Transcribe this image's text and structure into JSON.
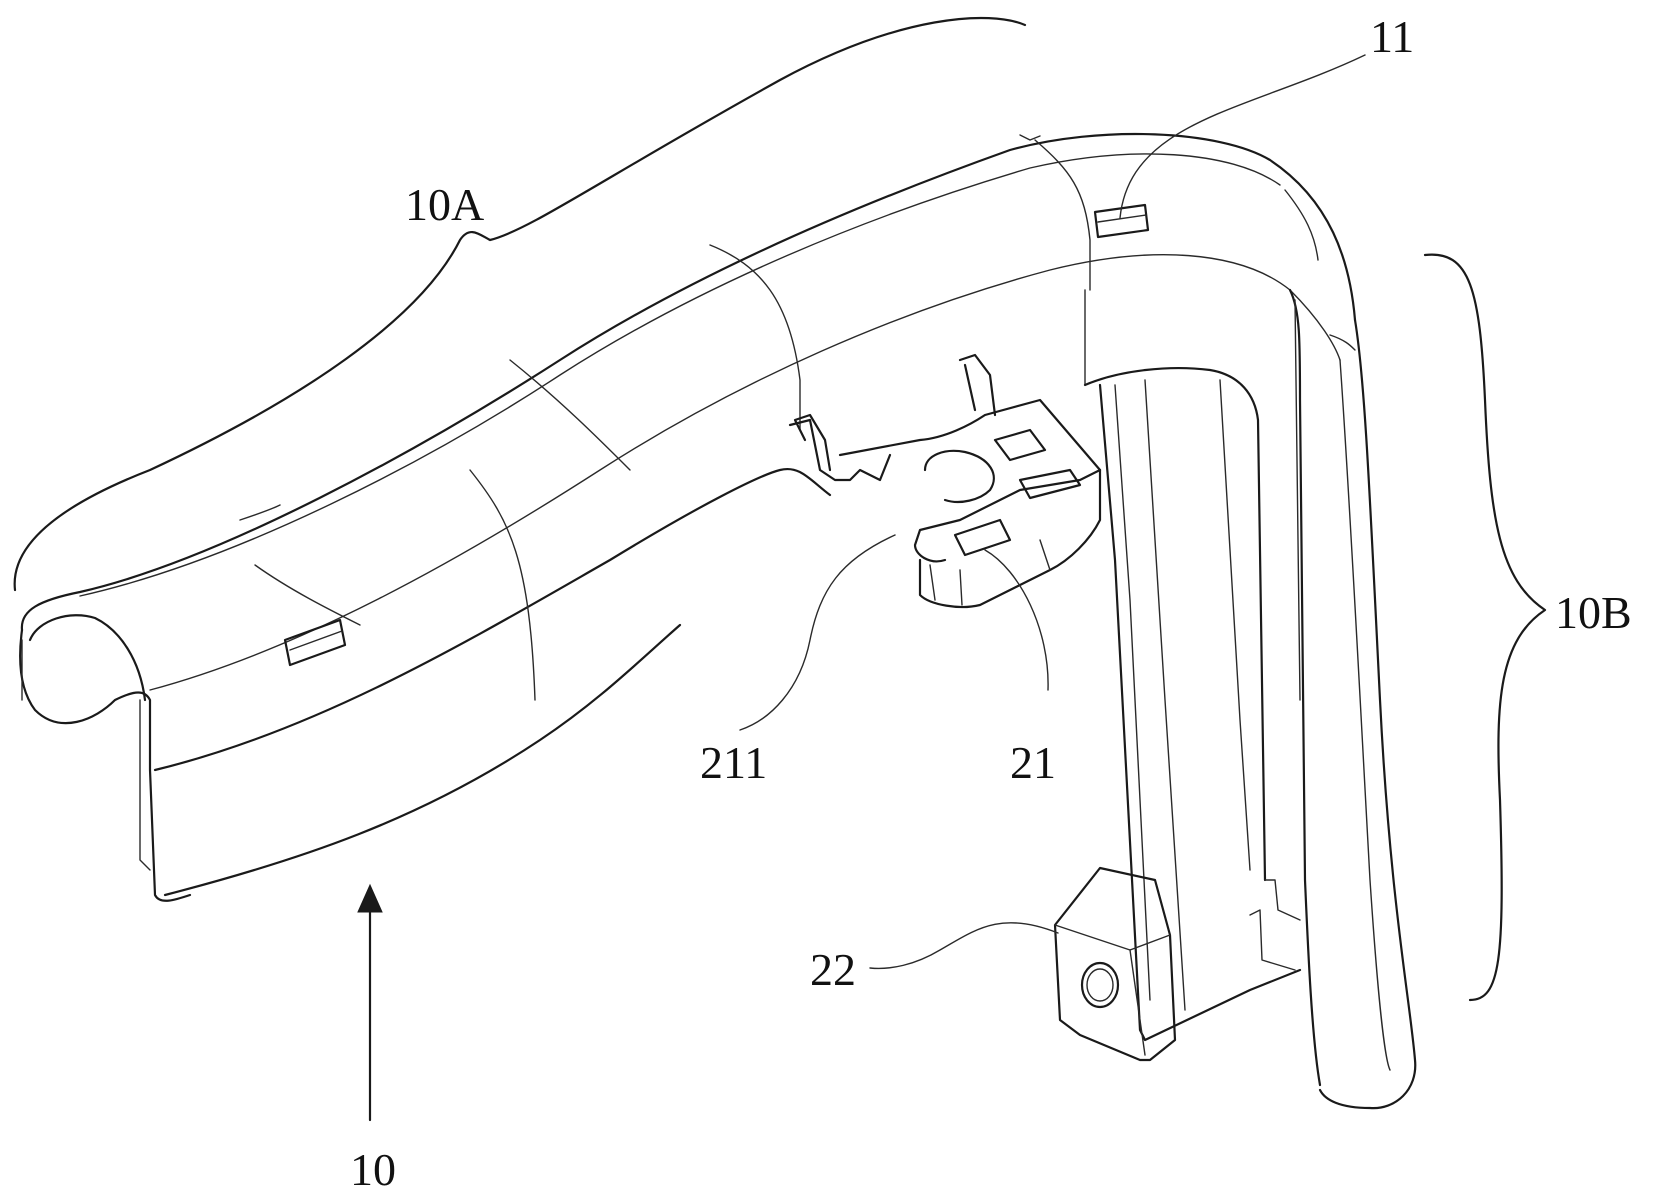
{
  "labels": {
    "part_10": "10",
    "part_10A": "10A",
    "part_10B": "10B",
    "part_11": "11",
    "part_21": "21",
    "part_211": "211",
    "part_22": "22"
  },
  "colors": {
    "line": "#1a1a1a",
    "background": "#ffffff"
  }
}
